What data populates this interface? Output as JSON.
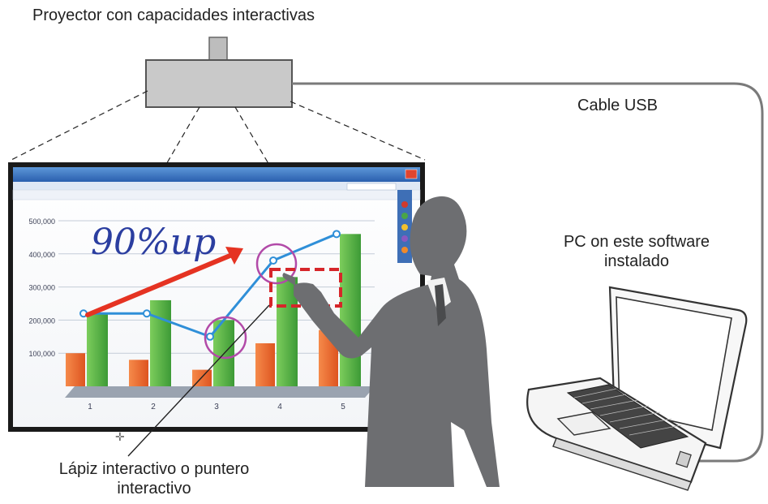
{
  "labels": {
    "projector": "Proyector con capacidades interactivas",
    "cable": "Cable USB",
    "pc_line1": "PC on este software",
    "pc_line2": "instalado",
    "pen_line1": "Lápiz interactivo o puntero",
    "pen_line2": "interactivo",
    "handwriting": "90%up"
  },
  "screen_chart": {
    "type": "bar",
    "categories": [
      "1",
      "2",
      "3",
      "4",
      "5"
    ],
    "y_ticks": [
      "500,000",
      "400,000",
      "300,000",
      "200,000",
      "100,000"
    ],
    "ylim": [
      0,
      500000
    ],
    "series": [
      {
        "values": [
          100000,
          80000,
          50000,
          130000,
          170000
        ]
      },
      {
        "values": [
          220000,
          260000,
          200000,
          330000,
          460000
        ]
      },
      {
        "values": [
          220000,
          220000,
          150000,
          380000,
          460000
        ]
      }
    ]
  },
  "colors": {
    "orange_bar": "#ef6a2c",
    "green_bar": "#55b345",
    "line": "#2f8fd8",
    "arrow": "#e53322",
    "handwriting": "#2b3ea0",
    "highlight_box": "#d6262a",
    "circle": "#b24aa8",
    "silhouette": "#6d6e71",
    "cable": "#7a7a7a"
  }
}
